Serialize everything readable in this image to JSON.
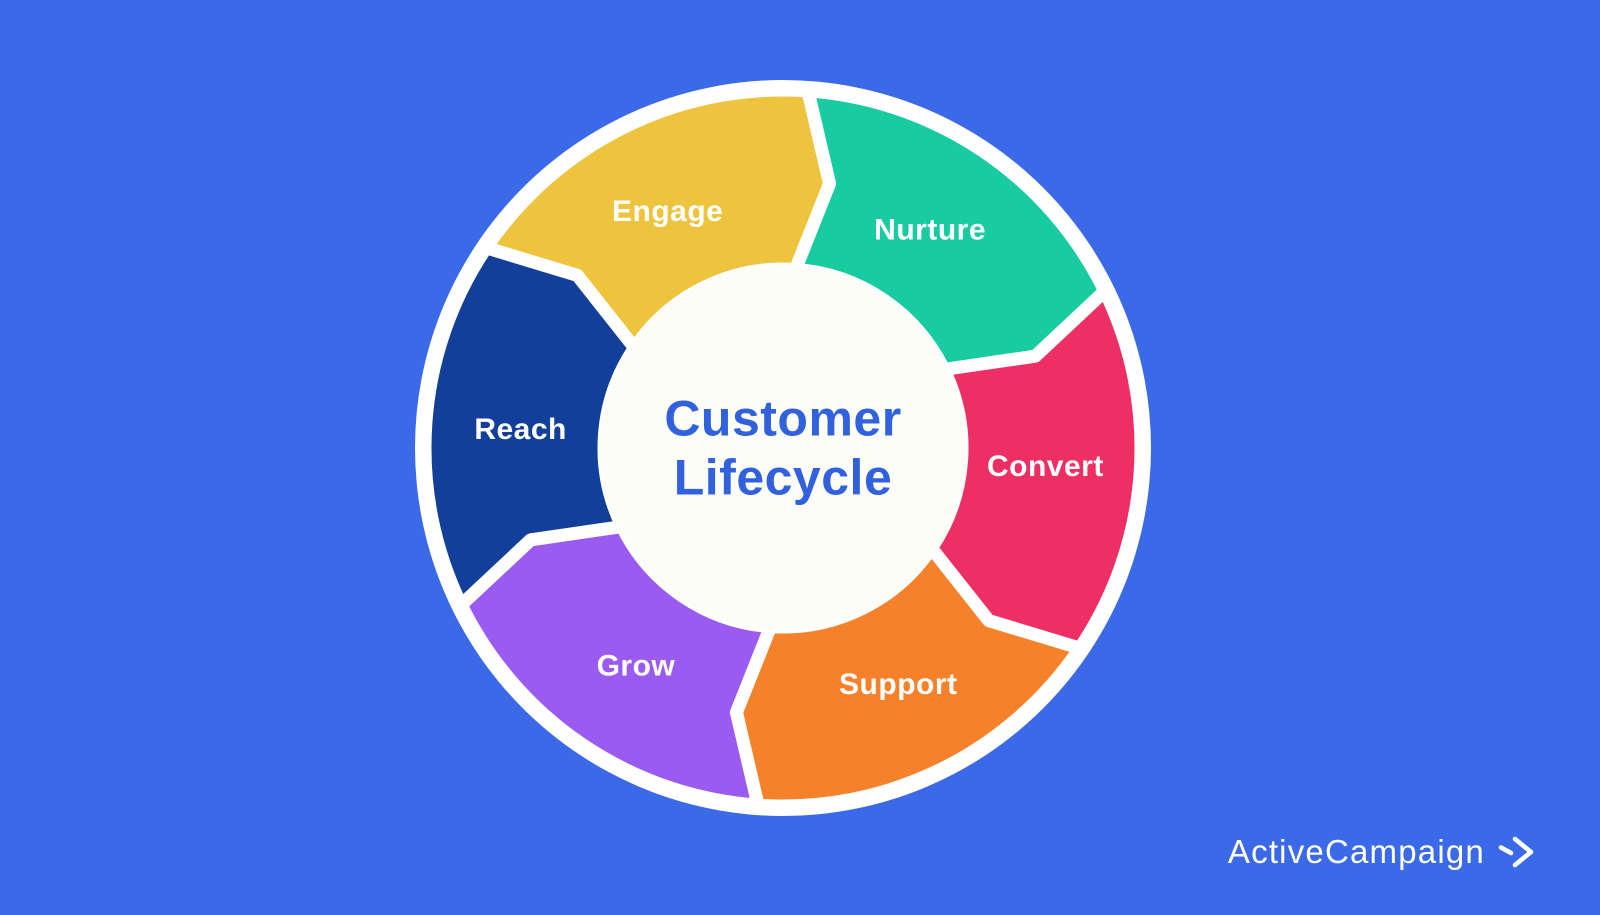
{
  "page": {
    "background_color": "#3a6ae8"
  },
  "diagram": {
    "title_line1": "Customer",
    "title_line2": "Lifecycle",
    "title_color": "#3161dc",
    "ring_color": "#ffffff",
    "center_fill": "#fdfdf7",
    "label_color": "#ffffff",
    "flow": "clockwise",
    "segments": [
      {
        "label": "Engage",
        "color": "#eec33d",
        "start_angle": 304
      },
      {
        "label": "Nurture",
        "color": "#18cba1",
        "start_angle": 4
      },
      {
        "label": "Convert",
        "color": "#ee2f63",
        "start_angle": 64
      },
      {
        "label": "Support",
        "color": "#f5822b",
        "start_angle": 124
      },
      {
        "label": "Grow",
        "color": "#9b5af0",
        "start_angle": 184
      },
      {
        "label": "Reach",
        "color": "#123f99",
        "start_angle": 244
      }
    ]
  },
  "footer": {
    "brand": "ActiveCampaign",
    "brand_color": "#ffffff"
  }
}
